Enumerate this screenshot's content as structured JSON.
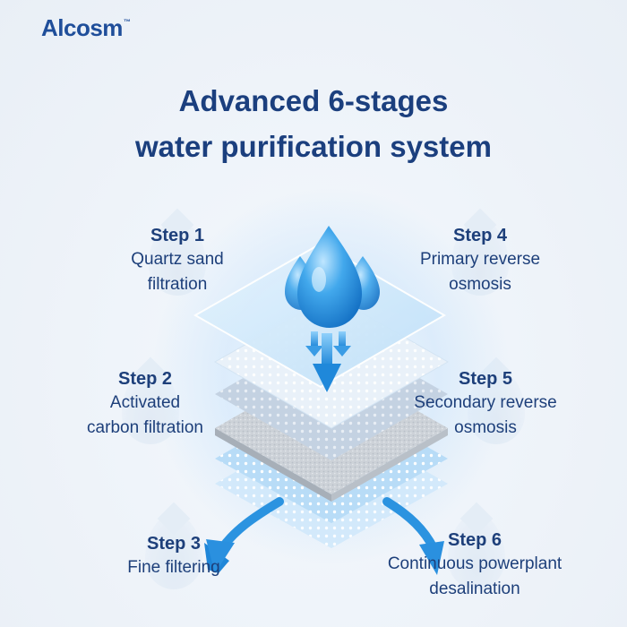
{
  "brand": {
    "name": "Alcosm",
    "tm": "™"
  },
  "title": {
    "line1": "Advanced 6-stages",
    "line2": "water purification system"
  },
  "steps": [
    {
      "label": "Step 1",
      "line1": "Quartz sand",
      "line2": "filtration"
    },
    {
      "label": "Step 2",
      "line1": "Activated",
      "line2": "carbon filtration"
    },
    {
      "label": "Step 3",
      "line1": "Fine filtering",
      "line2": ""
    },
    {
      "label": "Step 4",
      "line1": "Primary reverse",
      "line2": "osmosis"
    },
    {
      "label": "Step 5",
      "line1": "Secondary reverse",
      "line2": "osmosis"
    },
    {
      "label": "Step 6",
      "line1": "Continuous powerplant",
      "line2": "desalination"
    }
  ],
  "colors": {
    "title": "#1b3f7e",
    "brand": "#1f4e9a",
    "water_blue": "#3aa3e6",
    "layer_light": "#d6ebfb",
    "layer_gray": "#cfd4da"
  },
  "icons": [
    "water-drop-icon",
    "down-arrow-icon",
    "curved-arrow-left-icon",
    "curved-arrow-right-icon"
  ]
}
